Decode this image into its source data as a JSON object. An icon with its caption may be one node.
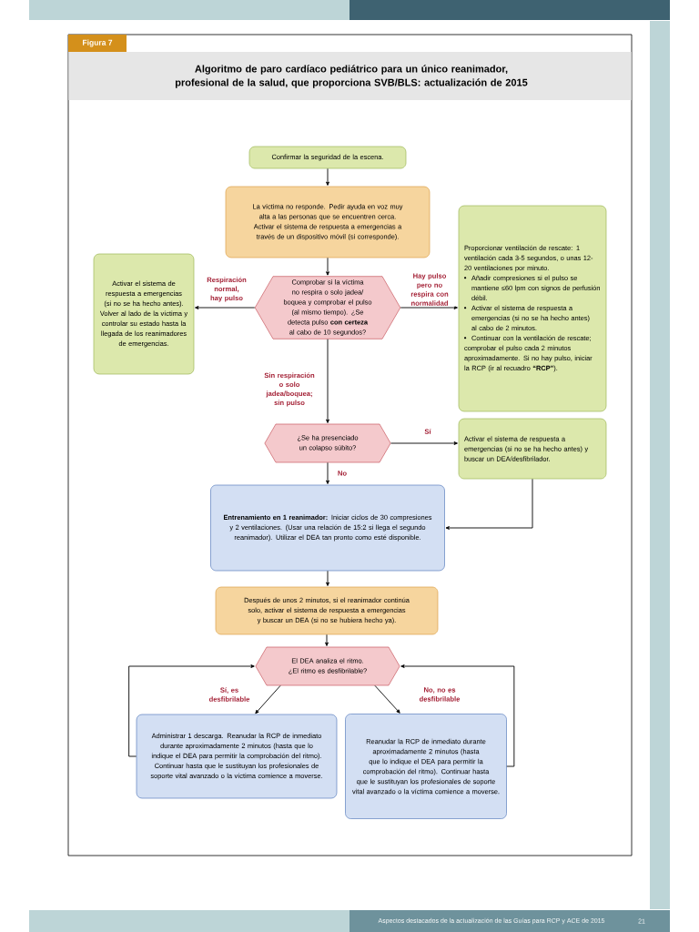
{
  "diagram": {
    "title": "Algoritmo de paro cardíaco pediátrico para un único reanimador, profesional de la salud, que proporciona SVB/BLS: actualización de 2015",
    "nodes": [
      {
        "text": [
          "Confirmar la seguridad de la escena."
        ]
      },
      {
        "text": [
          "La víctima no responde. Pedir ayuda en voz muy alta a las personas que se encuentren cerca. Activar el sistema de respuesta a emergencias a través de un dispositivo móvil (si corresponde)."
        ]
      },
      {
        "text": [
          "Activar el sistema de respuesta a emergencias (si no se ha hecho antes). Volver al lado de la víctima y controlar su estado hasta la llegada de los reanimadores de emergencias."
        ]
      },
      {
        "text": [
          "Comprobar si la víctima no respira o solo jadea/ boquea y comprobar el pulso (al mismo tiempo). ¿Se detecta pulso **con certeza** al cabo de 10 segundos?"
        ]
      },
      {
        "text": [
          "Proporcionar ventilación de rescate: 1 ventilación cada 3-5 segundos, o unas 12-20 ventilaciones por minuto.",
          "Añadir compresiones si el pulso se mantiene ≤60 lpm con signos de perfusión débil.",
          "Activar el sistema de respuesta a emergencias (si no se ha hecho antes) al cabo de 2 minutos.",
          "Continuar con la ventilación de rescate; comprobar el pulso cada 2 minutos aproximadamente. Si no hay pulso, iniciar la RCP (ir al recuadro **“RCP”**)."
        ]
      },
      {
        "text": [
          "¿Se ha presenciado un colapso súbito?"
        ]
      },
      {
        "text": [
          "Activar el sistema de respuesta a emergencias (si no se ha hecho antes) y buscar un DEA/desfibrilador."
        ]
      },
      {
        "text": [
          "**Entrenamiento en 1 reanimador:** Iniciar ciclos de 30 compresiones y 2 ventilaciones. (Usar una relación de 15:2 si llega el segundo reanimador). Utilizar el DEA tan pronto como esté disponible."
        ]
      },
      {
        "text": [
          "Después de unos 2 minutos, si el reanimador continúa solo, activar el sistema de respuesta a emergencias y buscar un DEA (si no se hubiera hecho ya)."
        ]
      },
      {
        "text": [
          "El DEA analiza el ritmo. ¿El ritmo es desfibrilable?"
        ]
      },
      {
        "text": [
          "Administrar 1 descarga. Reanudar la RCP de inmediato durante aproximadamente 2 minutos (hasta que lo indique el DEA para permitir la comprobación del ritmo). Continuar hasta que le sustituyan los profesionales de soporte vital avanzado o la víctima comience a moverse."
        ]
      },
      {
        "text": [
          "Reanudar la RCP de inmediato durante aproximadamente 2 minutos (hasta que lo indique el DEA para permitir la comprobación del ritmo). Continuar hasta que le sustituyan los profesionales de soporte vital avanzado o la víctima comience a moverse."
        ]
      }
    ],
    "edges": [
      {
        "from": 0,
        "to": 1,
        "arrow": "to"
      },
      {
        "from": 1,
        "to": 3,
        "arrow": "to"
      },
      {
        "from": 3,
        "to": 2,
        "arrow": "to",
        "label": "Respiración normal, hay pulso"
      },
      {
        "from": 3,
        "to": 4,
        "arrow": "to",
        "label": "Hay pulso pero no respira con normalidad"
      },
      {
        "from": 3,
        "to": 5,
        "arrow": "to",
        "label": "Sin respiración o solo jadea/boquea; sin pulso"
      },
      {
        "from": 5,
        "to": 6,
        "arrow": "to",
        "label": "Sí"
      },
      {
        "from": 5,
        "to": 7,
        "arrow": "to",
        "label": "No"
      },
      {
        "from": 6,
        "to": 7,
        "arrow": "to"
      },
      {
        "from": 7,
        "to": 8,
        "arrow": "to"
      },
      {
        "from": 8,
        "to": 9,
        "arrow": "to"
      },
      {
        "from": 9,
        "to": 10,
        "arrow": "to",
        "label": "Sí, es desfibrilable"
      },
      {
        "from": 9,
        "to": 11,
        "arrow": "to",
        "label": "No, no es desfibrilable"
      },
      {
        "from": 10,
        "to": 9,
        "arrow": "to"
      },
      {
        "from": 11,
        "to": 9,
        "arrow": "to"
      }
    ],
    "labels": [
      "Figura 7",
      "Aspectos destacados de la actualización de las Guías para RCP y ACE de 2015",
      "21"
    ]
  }
}
